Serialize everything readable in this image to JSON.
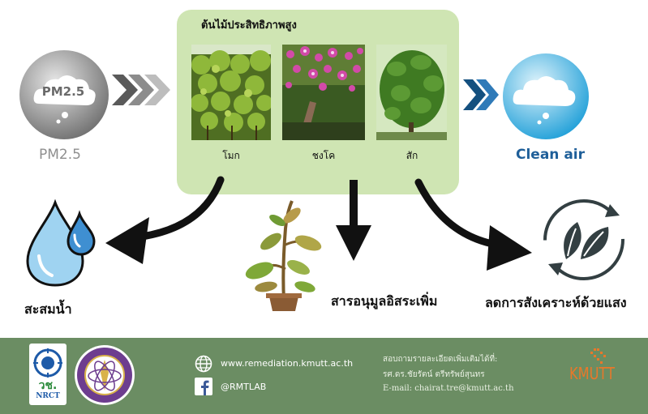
{
  "panel": {
    "title": "ต้นไม้ประสิทธิภาพสูง",
    "trees": [
      {
        "label": "โมก"
      },
      {
        "label": "ชงโค"
      },
      {
        "label": "สัก"
      }
    ]
  },
  "left_cloud": {
    "icon_text": "PM2.5",
    "label": "PM2.5"
  },
  "right_cloud": {
    "label": "Clean air"
  },
  "outcomes": [
    {
      "label": "สะสมน้ำ"
    },
    {
      "label": "สารอนุมูลอิสระเพิ่ม"
    },
    {
      "label": "ลดการสังเคราะห์ด้วยแสง"
    }
  ],
  "footer": {
    "logo_left_text": "วช.",
    "logo_left_sub": "NRCT",
    "website": "www.remediation.kmutt.ac.th",
    "facebook": "@RMTLAB",
    "contact_heading": "สอบถามรายละเอียดเพิ่มเติมได้ที่:",
    "contact_name": "รศ.ดร.ชัยรัตน์ ตรีทรัพย์สุนทร",
    "contact_email": "E-mail: chairat.tre@kmutt.ac.th",
    "brand": "KMUTT"
  },
  "colors": {
    "panel": "#cfe5b3",
    "footer": "#6b8d63",
    "clean_air": "#1f5f99",
    "water": "#4fa3d6"
  }
}
